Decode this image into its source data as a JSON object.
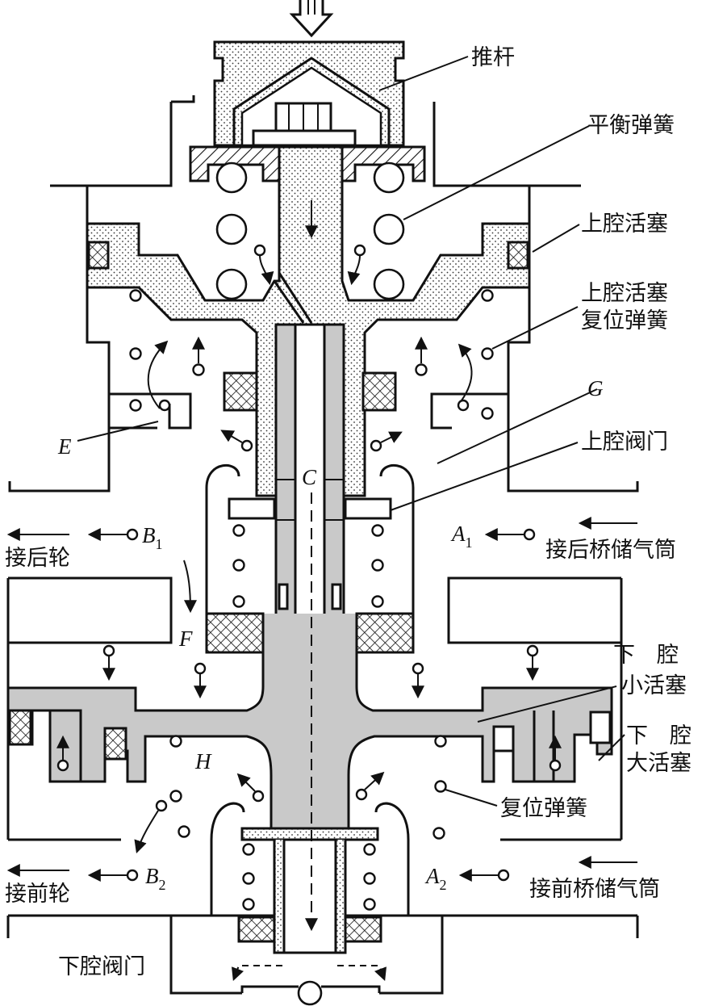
{
  "labels": {
    "push_rod": "推杆",
    "balance_spring": "平衡弹簧",
    "upper_piston": "上腔活塞",
    "upper_piston_return_spring_1": "上腔活塞",
    "upper_piston_return_spring_2": "复位弹簧",
    "upper_valve": "上腔阀门",
    "lower_small_piston_1": "下　腔",
    "lower_small_piston_2": "小活塞",
    "lower_large_piston_1": "下　腔",
    "lower_large_piston_2": "大活塞",
    "return_spring": "复位弹簧",
    "lower_valve": "下腔阀门",
    "to_rear_wheels": "接后轮",
    "to_front_wheels": "接前轮",
    "to_rear_axle_reservoir": "接后桥储气筒",
    "to_front_axle_reservoir": "接前桥储气筒"
  },
  "letters": {
    "E": "E",
    "G": "G",
    "C": "C",
    "F": "F",
    "H": "H",
    "B1": "B",
    "B1_sub": "1",
    "A1": "A",
    "A1_sub": "1",
    "B2": "B",
    "B2_sub": "2",
    "A2": "A",
    "A2_sub": "2"
  },
  "fills": {
    "piston_gray": "#c9c9c9",
    "line": "#111111",
    "background": "#ffffff"
  }
}
